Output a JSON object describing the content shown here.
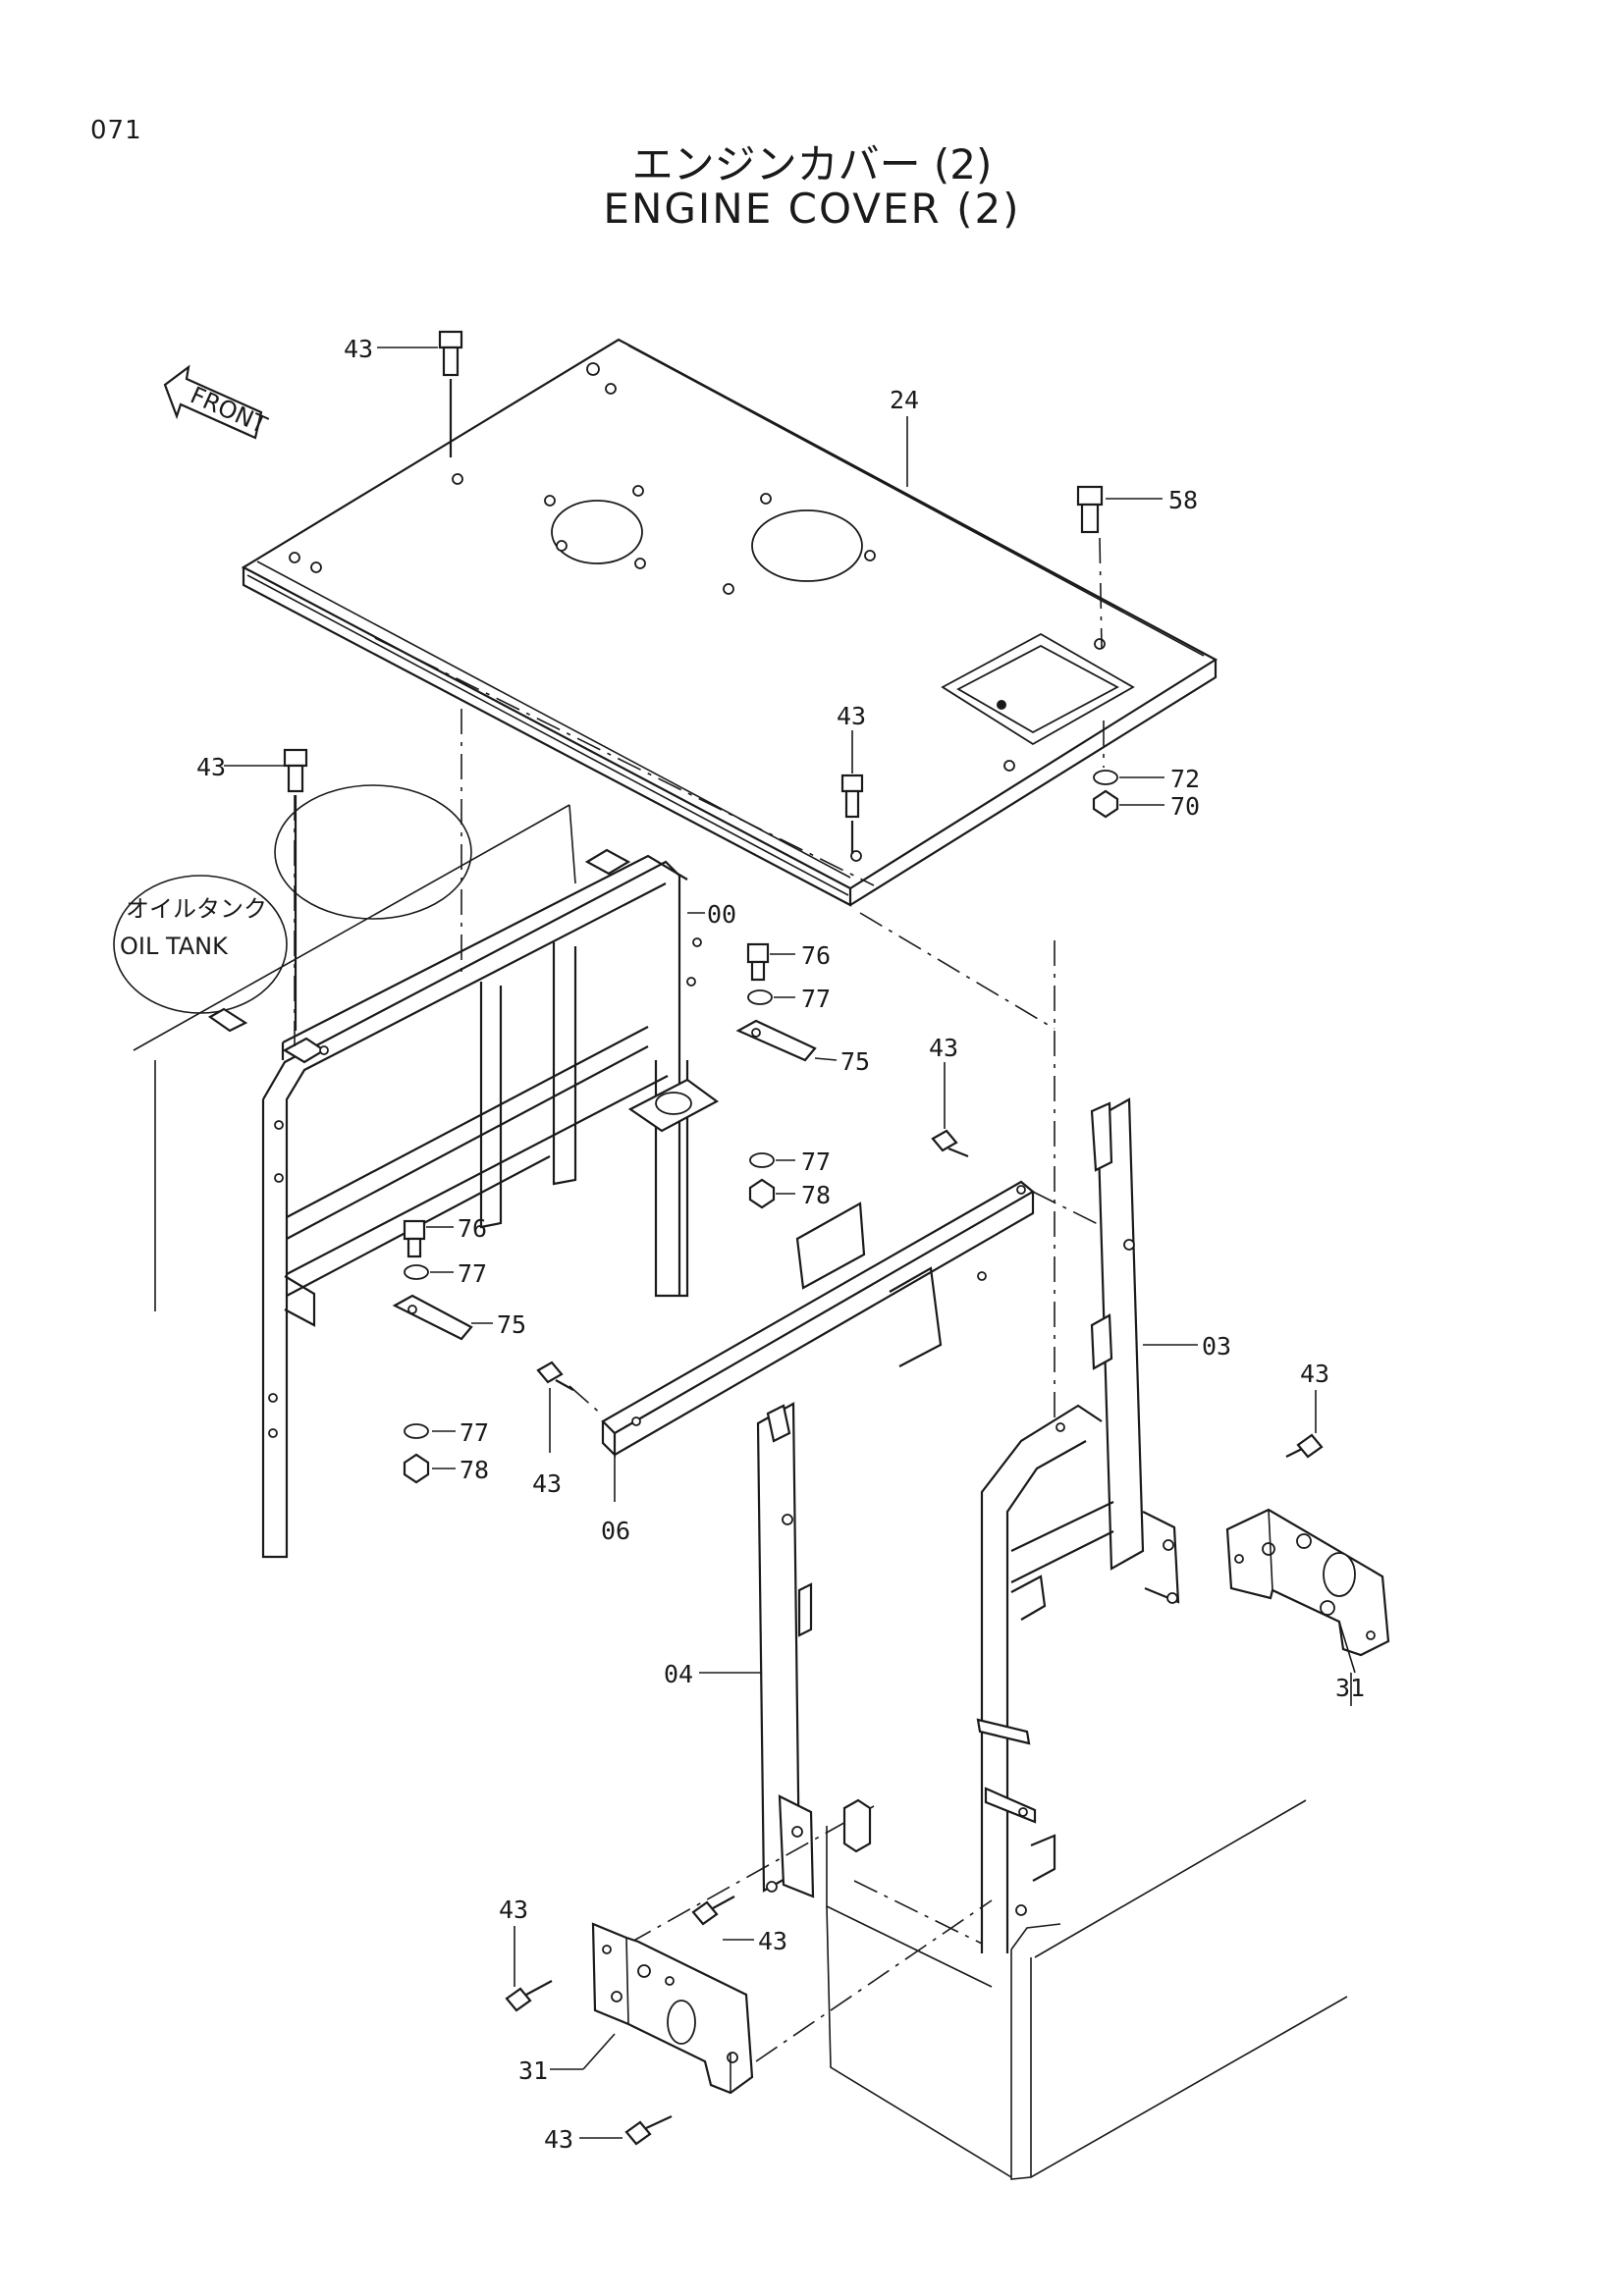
{
  "page_number": "071",
  "title_jp": "エンジンカバー (2)",
  "title_en": "ENGINE COVER (2)",
  "front_label": "FRONT",
  "oil_tank": {
    "jp": "オイルタンク",
    "en": "OIL TANK"
  },
  "callouts": {
    "c43_a": "43",
    "c24": "24",
    "c58": "58",
    "c43_b": "43",
    "c43_c": "43",
    "c72": "72",
    "c70": "70",
    "c00": "00",
    "c76_a": "76",
    "c77_a": "77",
    "c75_a": "75",
    "c43_d": "43",
    "c77_b": "77",
    "c78_a": "78",
    "c76_b": "76",
    "c77_c": "77",
    "c75_b": "75",
    "c03": "03",
    "c43_e": "43",
    "c43_f": "43",
    "c77_d": "77",
    "c78_b": "78",
    "c06": "06",
    "c31_a": "31",
    "c04": "04",
    "c43_g": "43",
    "c43_h": "43",
    "c31_b": "31",
    "c43_i": "43"
  }
}
